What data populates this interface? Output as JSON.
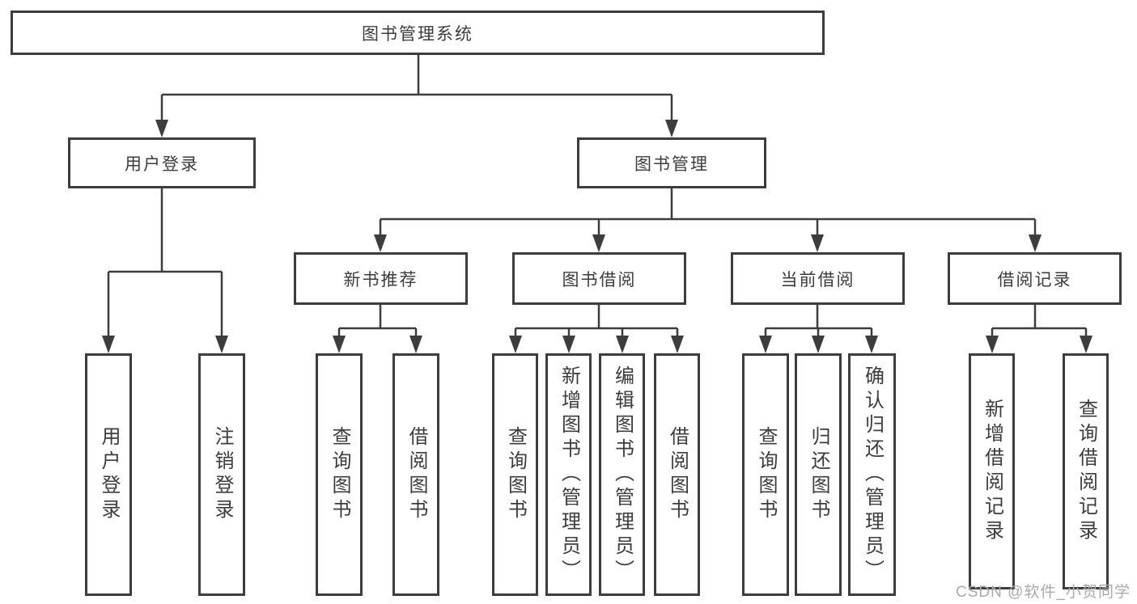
{
  "tree": {
    "label": "图书管理系统",
    "children": [
      {
        "label": "用户登录",
        "children": [
          {
            "label": "用户登录"
          },
          {
            "label": "注销登录"
          }
        ]
      },
      {
        "label": "图书管理",
        "children": [
          {
            "label": "新书推荐",
            "children": [
              {
                "label": "查询图书"
              },
              {
                "label": "借阅图书"
              }
            ]
          },
          {
            "label": "图书借阅",
            "children": [
              {
                "label": "查询图书"
              },
              {
                "label": "新增图书（管理员）"
              },
              {
                "label": "编辑图书（管理员）"
              },
              {
                "label": "借阅图书"
              }
            ]
          },
          {
            "label": "当前借阅",
            "children": [
              {
                "label": "查询图书"
              },
              {
                "label": "归还图书"
              },
              {
                "label": "确认归还（管理员）"
              }
            ]
          },
          {
            "label": "借阅记录",
            "children": [
              {
                "label": "新增借阅记录"
              },
              {
                "label": "查询借阅记录"
              }
            ]
          }
        ]
      }
    ]
  },
  "watermark": "CSDN @软件_小贺同学",
  "colors": {
    "line": "#3d3d3d",
    "box_border": "#3d3d3d",
    "text": "#3c3c3c",
    "watermark": "#a9a9a9",
    "background": "#ffffff"
  }
}
